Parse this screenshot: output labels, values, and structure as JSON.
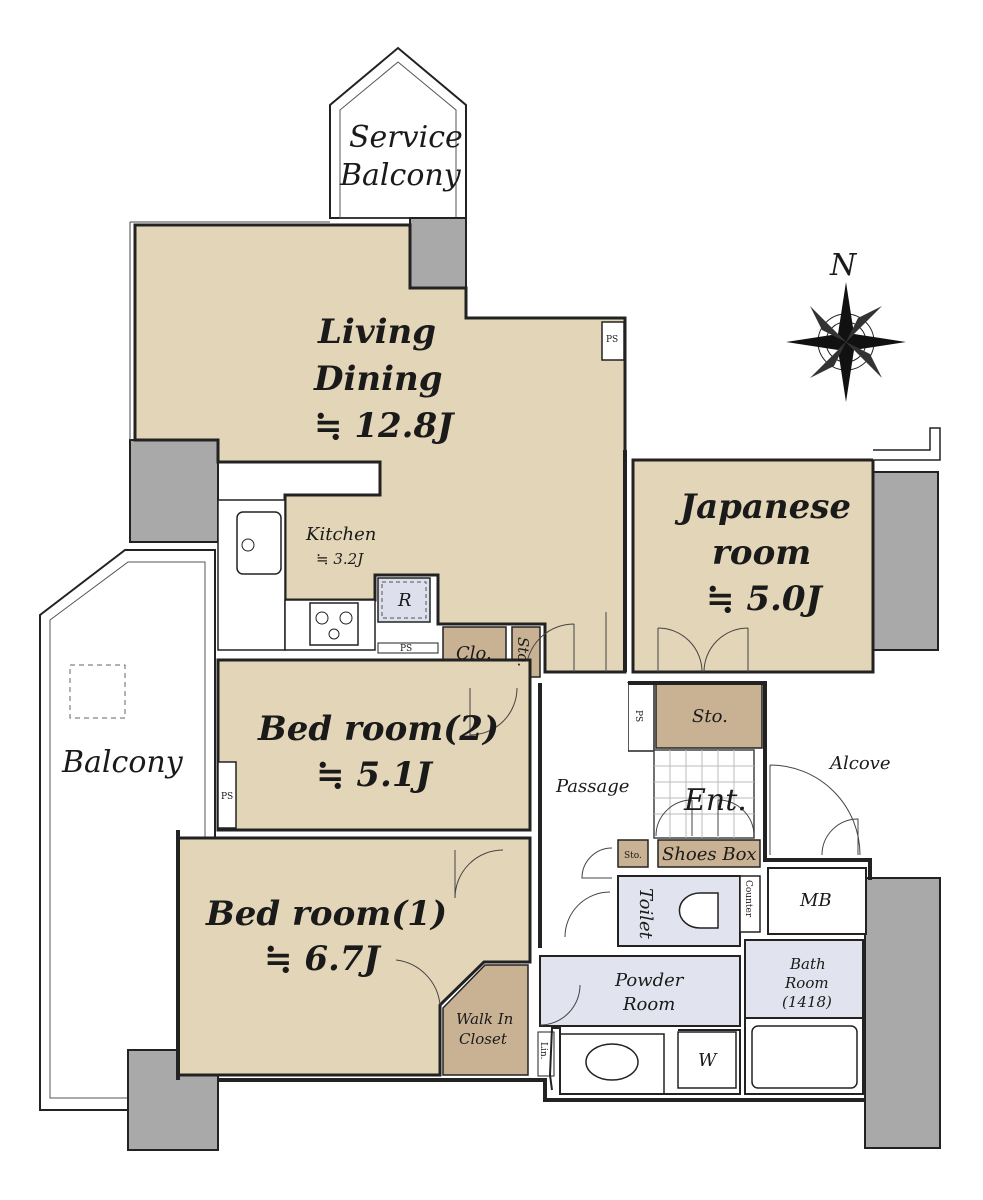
{
  "rooms": {
    "service_balcony": {
      "line1": "Service",
      "line2": "Balcony"
    },
    "living": {
      "line1": "Living",
      "line2": "Dining",
      "size": "≒ 12.8J"
    },
    "kitchen": {
      "name": "Kitchen",
      "size": "≒ 3.2J"
    },
    "fridge": "R",
    "closet": "Clo.",
    "storage_small": "Sto.",
    "japanese": {
      "line1": "Japanese",
      "line2": "room",
      "size": "≒ 5.0J"
    },
    "storage_japanese": "Sto.",
    "bedroom2": {
      "name": "Bed room(2)",
      "size": "≒ 5.1J"
    },
    "bedroom1": {
      "name": "Bed room(1)",
      "size": "≒ 6.7J"
    },
    "balcony": "Balcony",
    "passage": "Passage",
    "entrance": "Ent.",
    "alcove": "Alcove",
    "shoes_box": "Shoes Box",
    "storage_entrance": "Sto.",
    "toilet": "Toilet",
    "counter": "Counter",
    "meter_box": "MB",
    "bath": {
      "line1": "Bath",
      "line2": "Room",
      "line3": "(1418)"
    },
    "powder": {
      "line1": "Powder",
      "line2": "Room"
    },
    "walk_in_closet": {
      "line1": "Walk In",
      "line2": "Closet"
    },
    "washer": "W",
    "linen": "Lin."
  },
  "pipe_space": "PS",
  "compass": {
    "north": "N"
  },
  "colors": {
    "room_fill": "#e3d5b8",
    "storage_fill": "#c9b293",
    "wetroom_fill": "#e1e4ee",
    "structure_fill": "#a9a9a9",
    "wall": "#222222"
  }
}
